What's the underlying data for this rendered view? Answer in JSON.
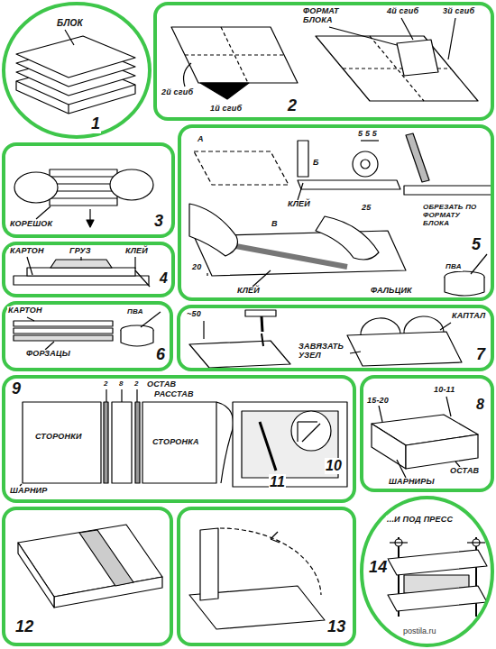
{
  "diagram": {
    "nodes": [
      {
        "text": [
          "БЛОК",
          "1"
        ]
      },
      {
        "text": [
          "ФОРМАТ БЛОКА",
          "4й сгиб",
          "3й сгиб",
          "2й сгиб",
          "1й сгиб",
          "2"
        ]
      },
      {
        "text": [
          "КОРЕШОК",
          "3"
        ]
      },
      {
        "text": [
          "КАРТОН",
          "ГРУЗ",
          "КЛЕЙ",
          "4"
        ]
      },
      {
        "text": [
          "А",
          "5 5 5",
          "Б",
          "КЛЕЙ",
          "25",
          "ОБРЕЗАТЬ ПО ФОРМАТУ БЛОКА",
          "В",
          "20",
          "КЛЕЙ",
          "ФАЛЬЦИК",
          "ПВА",
          "5"
        ]
      },
      {
        "text": [
          "КАРТОН",
          "ПВА",
          "ФОРЗАЦЫ",
          "6"
        ]
      },
      {
        "text": [
          "~50",
          "КАПТАЛ",
          "ЗАВЯЗАТЬ УЗЕЛ",
          "7"
        ]
      },
      {
        "text": [
          "9",
          "2",
          "8",
          "2",
          "ОСТАВ",
          "РАССТАВ",
          "СТОРОНКИ",
          "СТОРОНКА",
          "ШАРНИР",
          "10",
          "11"
        ]
      },
      {
        "text": [
          "15-20",
          "10-11",
          "8",
          "ОСТАВ",
          "ШАРНИРЫ"
        ]
      },
      {
        "text": [
          "12"
        ]
      },
      {
        "text": [
          "13"
        ]
      },
      {
        "text": [
          "...И ПОД ПРЕСС",
          "14"
        ]
      }
    ],
    "labels": [
      "postila.ru"
    ]
  }
}
